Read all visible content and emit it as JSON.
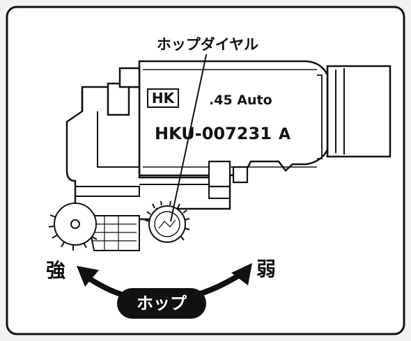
{
  "callout_label": "ホップダイヤル",
  "engraving": {
    "logo_text": "HK",
    "caliber": ".45 Auto",
    "serial": "HKU-007231",
    "mark": "A"
  },
  "direction_labels": {
    "strong": "強",
    "weak": "弱"
  },
  "hop_badge": "ホップ",
  "colors": {
    "ink": "#111111",
    "panel_bg": "#ffffff",
    "outer_bg": "#f2f2f2",
    "badge_bg": "#111111",
    "badge_text": "#ffffff"
  }
}
